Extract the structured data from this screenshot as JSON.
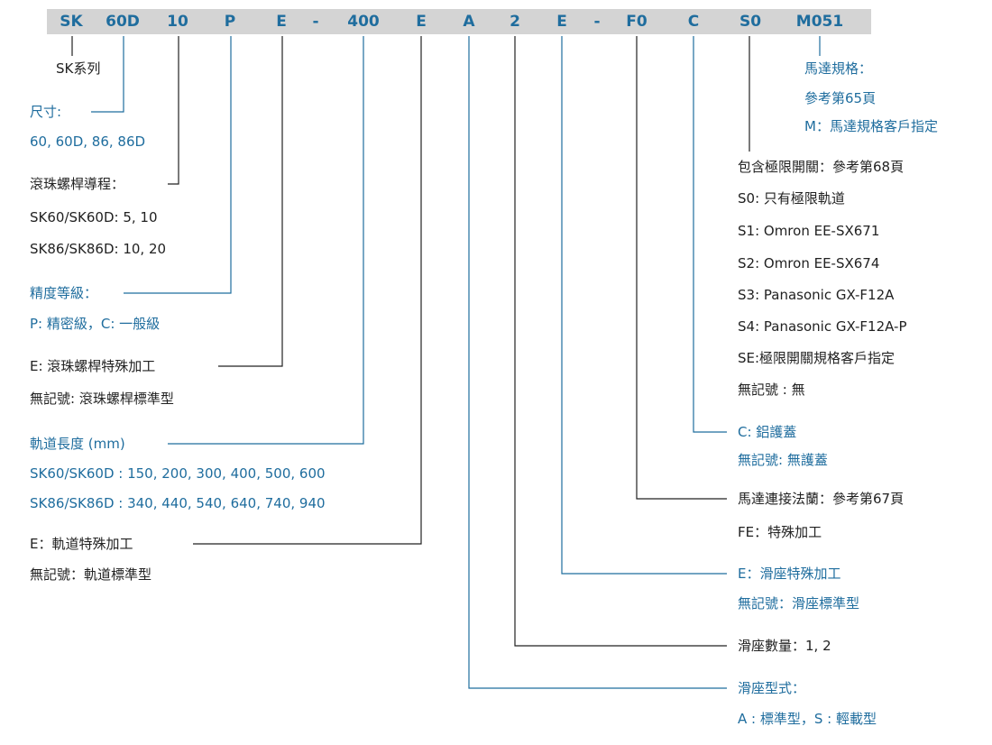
{
  "colors": {
    "code_bar": "#d4d4d4",
    "code_text": "#1f6d9e",
    "blue_text": "#1f6d9e",
    "dark_text": "#222222",
    "dark_line": "#222222",
    "blue_line": "#1f6d9e"
  },
  "code": [
    "SK",
    "60D",
    "10",
    "P",
    "E",
    "-",
    "400",
    "E",
    "A",
    "2",
    "E",
    "-",
    "F0",
    "C",
    "S0",
    "M051"
  ],
  "left": {
    "series": {
      "line1": "SK系列"
    },
    "size": {
      "line1": "尺寸:",
      "line2": "60, 60D, 86, 86D"
    },
    "lead": {
      "line1": "滾珠螺桿導程：",
      "line2": "SK60/SK60D: 5, 10",
      "line3": "SK86/SK86D: 10, 20"
    },
    "precision": {
      "line1": "精度等級：",
      "line2": "P: 精密級，C: 一般級"
    },
    "screw_special": {
      "line1": "E: 滾珠螺桿特殊加工",
      "line2": "無記號: 滾珠螺桿標準型"
    },
    "rail_length": {
      "line1": "軌道長度 (mm)",
      "line2": "SK60/SK60D : 150, 200, 300, 400, 500, 600",
      "line3": "SK86/SK86D : 340, 440, 540, 640, 740, 940"
    },
    "rail_special": {
      "line1": "E：軌道特殊加工",
      "line2": "無記號：軌道標準型"
    }
  },
  "right": {
    "motor_spec": {
      "line1": "馬達規格：",
      "line2": "參考第65頁",
      "line3": "M：馬達規格客戶指定"
    },
    "limit_switch": {
      "line1": "包含極限開關：參考第68頁",
      "line2": "S0: 只有極限軌道",
      "line3": "S1: Omron EE-SX671",
      "line4": "S2: Omron EE-SX674",
      "line5": "S3: Panasonic GX-F12A",
      "line6": "S4: Panasonic GX-F12A-P",
      "line7": "SE:極限開關規格客戶指定",
      "line8": "無記號 : 無"
    },
    "cover": {
      "line1": "C: 鋁護蓋",
      "line2": "無記號: 無護蓋"
    },
    "flange": {
      "line1": "馬達連接法蘭：參考第67頁",
      "line2": "FE：特殊加工"
    },
    "slider_special": {
      "line1": "E：滑座特殊加工",
      "line2": "無記號：滑座標準型"
    },
    "slider_qty": {
      "line1": "滑座數量：1, 2"
    },
    "slider_type": {
      "line1": "滑座型式：",
      "line2": "A : 標準型，S : 輕載型"
    }
  }
}
